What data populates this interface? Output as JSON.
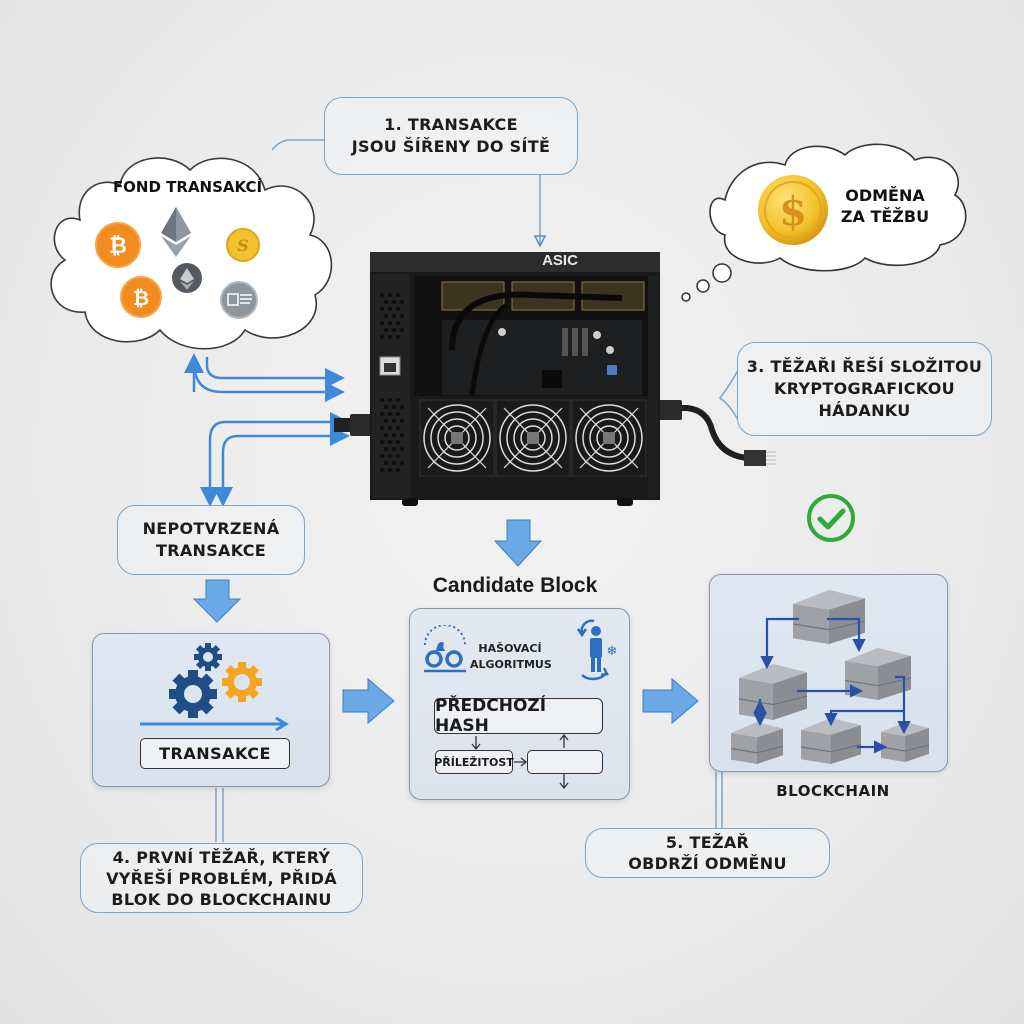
{
  "pool_cloud": {
    "title": "FOND TRANSAKCÍ",
    "icons": [
      "bitcoin-coin",
      "ethereum-logo",
      "dollar-coin",
      "bitcoin-coin",
      "ethereum-coin",
      "document-coin"
    ]
  },
  "reward_cloud": {
    "line1": "ODMĚNA",
    "line2": "ZA TĚŽBU",
    "icon": "dollar-coin"
  },
  "step1": {
    "line1": "1. TRANSAKCE",
    "line2": "JSOU ŠÍŘENY DO SÍTĚ"
  },
  "step3": {
    "line1": "3. TĚŽAŘI ŘEŠÍ SLOŽITOU",
    "line2": "KRYPTOGRAFICKOU",
    "line3": "HÁDANKU"
  },
  "unconfirmed": {
    "line1": "NEPOTVRZENÁ",
    "line2": "TRANSAKCE"
  },
  "transactions_panel": {
    "label": "TRANSAKCE"
  },
  "step4": {
    "line1": "4. PRVNÍ TĚŽAŘ, KTERÝ",
    "line2": "VYŘEŠÍ PROBLÉM, PŘIDÁ",
    "line3": "BLOK DO BLOCKCHAINU"
  },
  "step5": {
    "line1": "5. TEŽAŘ",
    "line2": "OBDRŽÍ ODMĚNU"
  },
  "asic": {
    "label": "ASIC",
    "fans": 3
  },
  "candidate_block": {
    "title": "Candidate Block",
    "algo_line1": "HAŠOVACÍ",
    "algo_line2": "ALGORITMUS",
    "prev_hash": "PŘEDCHOZÍ HASH",
    "nonce": "PŘÍLEŽITOST"
  },
  "blockchain": {
    "caption": "BLOCKCHAIN",
    "blocks": 6,
    "status_icon": "check-circle"
  },
  "colors": {
    "arrow_blue": "#4a90d9",
    "callout_border": "#7ba4c9",
    "bitcoin_orange": "#f28c1e",
    "gold": "#f2c230",
    "check_green": "#2eaa3a",
    "gear_dark_blue": "#1f4e86",
    "gear_orange": "#f4a622"
  }
}
